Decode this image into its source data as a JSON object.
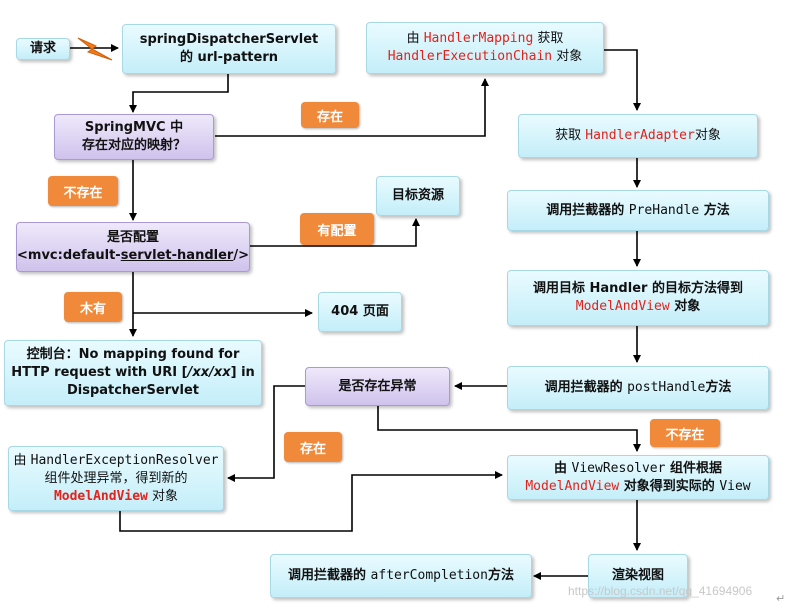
{
  "nodes": {
    "request": "请求",
    "dispatcher": {
      "l1": "springDispatcherServlet",
      "l2a": "的 ",
      "l2b": "url-pattern"
    },
    "mapping_q": {
      "l1": "SpringMVC 中",
      "l2": "存在对应的映射？"
    },
    "config_q": {
      "l1": "是否配置",
      "l2a": "<mvc:default-",
      "l2b": "servlet-handler",
      "l2c": "/>"
    },
    "console": {
      "l1": "控制台：No mapping found for",
      "l2a": "HTTP request with URI [",
      "l2b": "/xx/xx",
      "l2c": "] in",
      "l3": "DispatcherServlet"
    },
    "target_res": "目标资源",
    "not_found": "404 页面",
    "get_chain": {
      "l1a": "由 ",
      "l1b": "HandlerMapping",
      "l1c": " 获取",
      "l2a": "HandlerExecutionChain",
      "l2b": " 对象"
    },
    "get_adapter": {
      "a": "获取 ",
      "b": "HandlerAdapter",
      "c": "对象"
    },
    "pre_handle": {
      "a": "调用拦截器的 ",
      "b": "PreHandle",
      "c": " 方法"
    },
    "invoke_handler": {
      "l1a": "调用目标 Handler ",
      "l1b": "的目标",
      "l1c": "方法得到",
      "l2a": "ModelAndView",
      "l2b": " 对象"
    },
    "post_handle": {
      "a": "调用拦截器的 ",
      "b": "postHandle",
      "c": "方法"
    },
    "exception_q": "是否存在异常",
    "exc_resolver": {
      "l1a": "由 ",
      "l1b": "HandlerExceptionResolver",
      "l2": "组件处理异常，得到新的",
      "l3a": "ModelAndView",
      "l3b": " 对象"
    },
    "view_resolver": {
      "l1a": "由 ",
      "l1b": "ViewResolver",
      "l1c": " 组件根据",
      "l2a": "ModelAndView",
      "l2b": " 对象得到实际的 ",
      "l2c": "View"
    },
    "render": "渲染视图",
    "after_completion": {
      "a": "调用拦截器的 ",
      "b": "afterCompletion",
      "c": "方法"
    }
  },
  "labels": {
    "exists_top": "存在",
    "not_exists": "不存在",
    "has_config": "有配置",
    "none": "木有",
    "exists_exc": "存在",
    "not_exists_exc": "不存在"
  },
  "watermark": "https://blog.csdn.net/qq_41694906",
  "return_mark": "↵",
  "colors": {
    "cyan": "#c4eef9",
    "purple": "#cfc2ec",
    "orange": "#f08a3a",
    "highlight": "#e0231c"
  }
}
